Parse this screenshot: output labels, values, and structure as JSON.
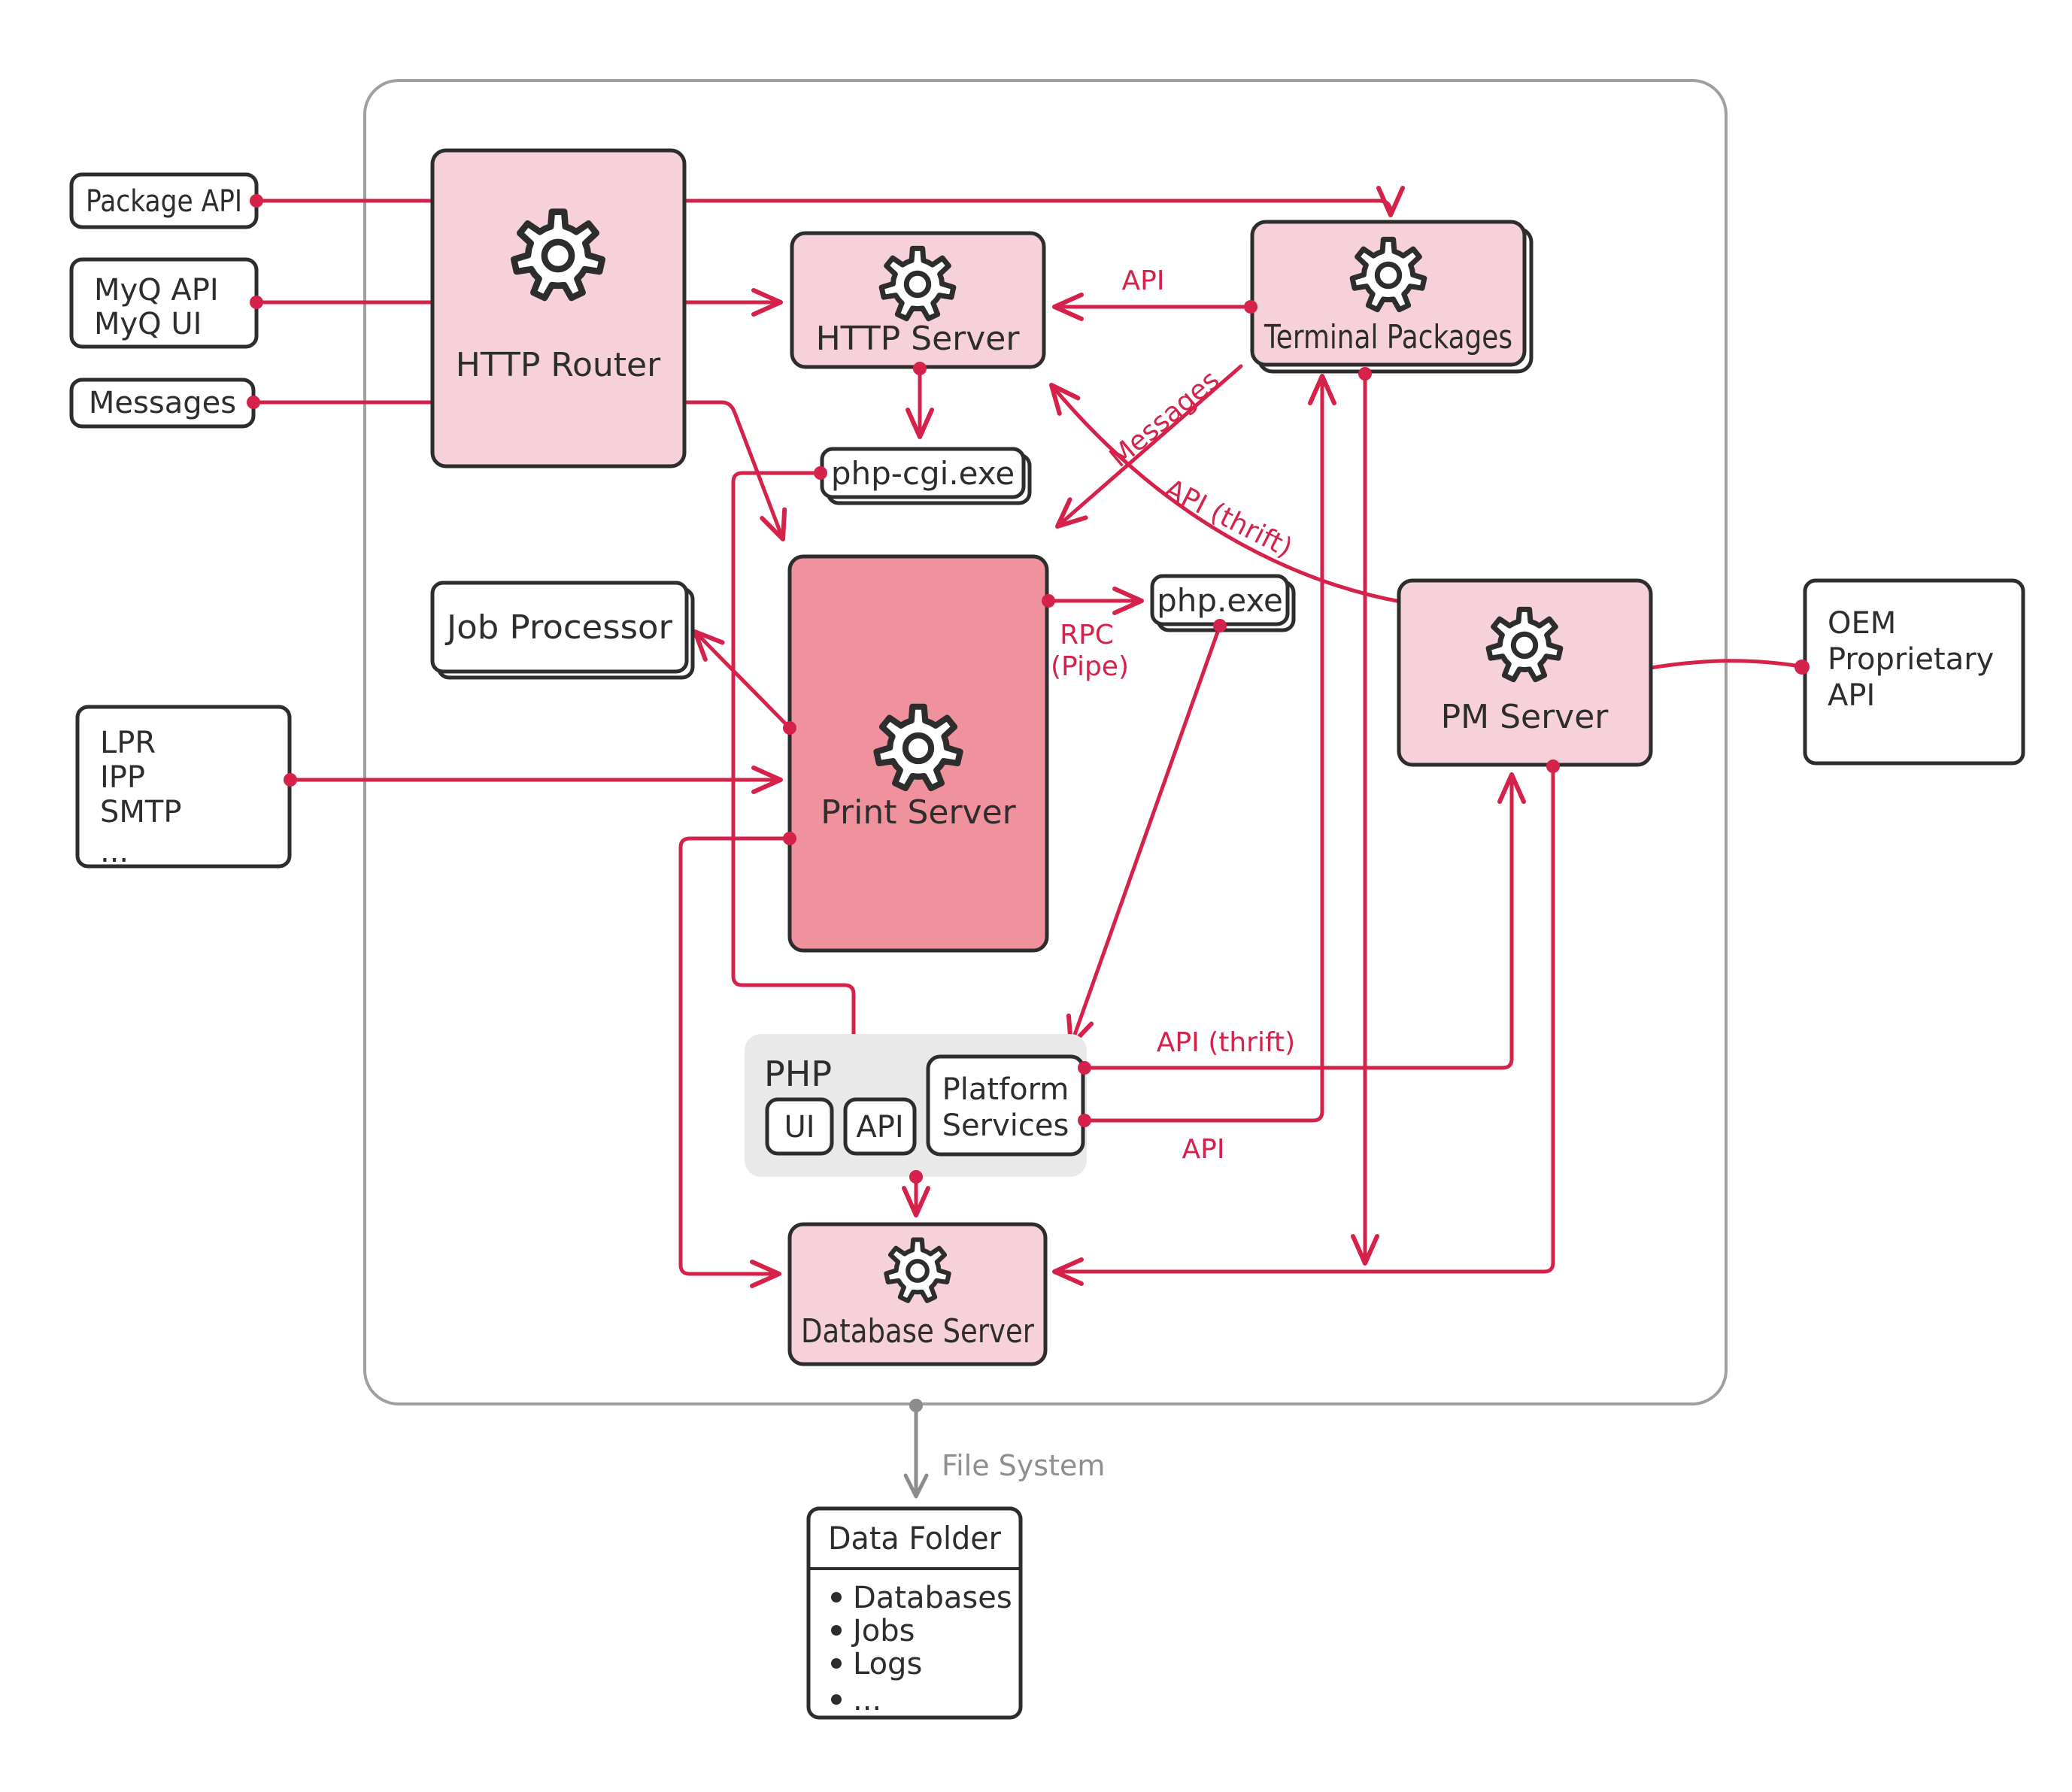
{
  "colors": {
    "accent_red": "#d5224a",
    "node_pink": "#f6d1d9",
    "node_pink_dark": "#f0919e",
    "outline_ink": "#2d2d2d",
    "container_grey": "#a0a0a0",
    "group_grey_fill": "#e9e9e9",
    "muted_grey": "#8f8f8f"
  },
  "external": {
    "package_api": "Package API",
    "myq_lines": [
      "MyQ API",
      "MyQ UI"
    ],
    "messages": "Messages",
    "protocols": [
      "LPR",
      "IPP",
      "SMTP",
      "..."
    ],
    "oem_lines": [
      "OEM",
      "Proprietary",
      "API"
    ]
  },
  "nodes": {
    "http_router": "HTTP Router",
    "http_server": "HTTP Server",
    "terminal_packages": "Terminal Packages",
    "php_cgi": "php-cgi.exe",
    "job_processor": "Job Processor",
    "print_server": "Print Server",
    "php_exe": "php.exe",
    "pm_server": "PM Server",
    "database_server": "Database Server"
  },
  "php_group": {
    "title": "PHP",
    "ui": "UI",
    "api": "API",
    "platform_lines": [
      "Platform",
      "Services"
    ]
  },
  "data_folder": {
    "title": "Data Folder",
    "items": [
      "Databases",
      "Jobs",
      "Logs",
      "..."
    ]
  },
  "edge_labels": {
    "api_top": "API",
    "messages_diag": "Messages",
    "api_thrift_curve": "API (thrift)",
    "rpc_lines": [
      "RPC",
      "(Pipe)"
    ],
    "api_thrift_h": "API (thrift)",
    "api_h": "API",
    "file_system": "File System"
  }
}
